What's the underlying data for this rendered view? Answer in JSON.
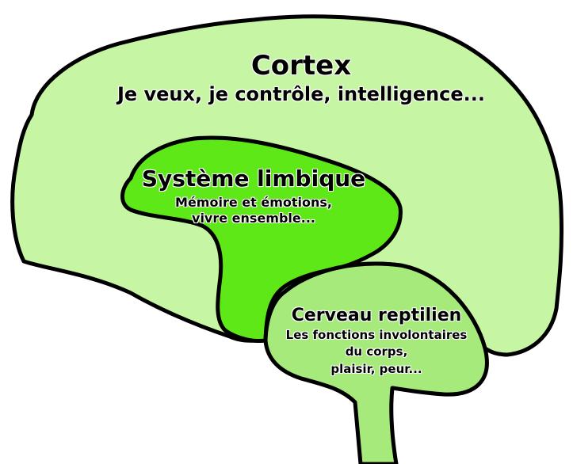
{
  "regions": {
    "cortex": {
      "title": "Cortex",
      "description": "Je veux, je contrôle, intelligence..."
    },
    "limbic": {
      "title": "Système limbique",
      "description_lines": [
        "Mémoire et émotions,",
        "vivre ensemble..."
      ]
    },
    "reptilian": {
      "title": "Cerveau reptilien",
      "description_lines": [
        "Les fonctions involontaires",
        "du corps,",
        "plaisir, peur..."
      ]
    }
  },
  "colors": {
    "cortex_fill": "#c6f5a3",
    "limbic_fill": "#5fe817",
    "reptilian_fill": "#a6ea7c",
    "outline": "#000000",
    "background": "#ffffff"
  }
}
